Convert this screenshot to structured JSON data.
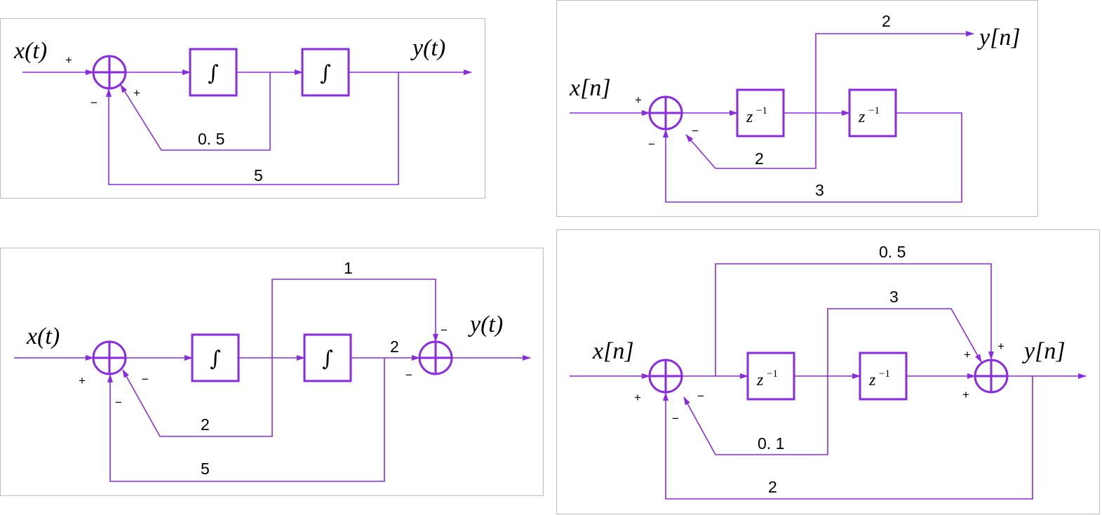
{
  "colors": {
    "wire": "#8a2be2",
    "panel_border": "#bdbdbd",
    "text": "#000000"
  },
  "diagrams": [
    {
      "id": "top-left",
      "input_label": "x(t)",
      "output_label": "y(t)",
      "blocks": [
        "∫",
        "∫"
      ],
      "gains": [
        "0. 5",
        "5"
      ],
      "sum_signs": [
        "+",
        "+",
        "−"
      ]
    },
    {
      "id": "top-right",
      "input_label": "x[n]",
      "output_label": "y[n]",
      "blocks": [
        "z",
        "z"
      ],
      "block_exponent": "−1",
      "gains": [
        "2",
        "2",
        "3"
      ],
      "sum_signs": [
        "+",
        "−",
        "−"
      ]
    },
    {
      "id": "bottom-left",
      "input_label": "x(t)",
      "output_label": "y(t)",
      "blocks": [
        "∫",
        "∫"
      ],
      "gains": [
        "1",
        "2",
        "2",
        "5"
      ],
      "sum1_signs": [
        "+",
        "−",
        "−"
      ],
      "sum2_signs": [
        "−",
        "−"
      ]
    },
    {
      "id": "bottom-right",
      "input_label": "x[n]",
      "output_label": "y[n]",
      "blocks": [
        "z",
        "z"
      ],
      "block_exponent": "−1",
      "gains": [
        "0. 5",
        "3",
        "0. 1",
        "2"
      ],
      "sum1_signs": [
        "+",
        "−",
        "−"
      ],
      "sum2_signs": [
        "+",
        "+",
        "+"
      ]
    }
  ]
}
